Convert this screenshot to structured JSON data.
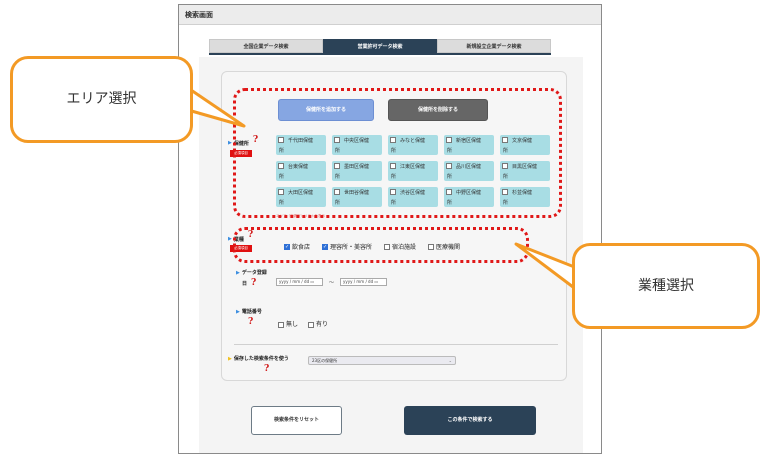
{
  "window": {
    "title": "検索画面"
  },
  "tabs": [
    {
      "label": "全国企業データ検索",
      "active": false
    },
    {
      "label": "営業許可データ検索",
      "active": true
    },
    {
      "label": "新規設立企業データ検索",
      "active": false
    }
  ],
  "area": {
    "add_button": "保健所を追加する",
    "delete_button": "保健所を削除する",
    "label": "保健所",
    "required_badge": "必須項目",
    "help_icon": "?",
    "health_centers": [
      {
        "line1": "千代田保健",
        "line2": "所",
        "checked": false
      },
      {
        "line1": "中央区保健",
        "line2": "所",
        "checked": false
      },
      {
        "line1": "みなと保健",
        "line2": "所",
        "checked": false
      },
      {
        "line1": "新宿区保健",
        "line2": "所",
        "checked": false
      },
      {
        "line1": "文京保健",
        "line2": "所",
        "checked": false
      },
      {
        "line1": "台東保健",
        "line2": "所",
        "checked": false
      },
      {
        "line1": "墨田区保健",
        "line2": "所",
        "checked": false
      },
      {
        "line1": "江東区保健",
        "line2": "所",
        "checked": false
      },
      {
        "line1": "品川区保健",
        "line2": "所",
        "checked": false
      },
      {
        "line1": "目黒区保健",
        "line2": "所",
        "checked": false
      },
      {
        "line1": "大田区保健",
        "line2": "所",
        "checked": false
      },
      {
        "line1": "世田谷保健",
        "line2": "所",
        "checked": false
      },
      {
        "line1": "渋谷区保健",
        "line2": "所",
        "checked": false
      },
      {
        "line1": "中野区保健",
        "line2": "所",
        "checked": false
      },
      {
        "line1": "杉並保健",
        "line2": "所",
        "checked": false
      }
    ],
    "list_link": "エリア（保健所）リストを表示"
  },
  "industry": {
    "label": "業種",
    "required_badge": "必須項目",
    "help_icon": "?",
    "options": [
      {
        "label": "飲食店",
        "checked": true
      },
      {
        "label": "理容所・美容所",
        "checked": true
      },
      {
        "label": "宿泊施設",
        "checked": false
      },
      {
        "label": "医療機関",
        "checked": false
      }
    ]
  },
  "registration_date": {
    "label_line1": "データ登録",
    "label_line2": "日",
    "help_icon": "?",
    "from_placeholder": "yyyy / mm / dd",
    "to_placeholder": "yyyy / mm / dd",
    "separator": "〜",
    "calendar_icon": "📅"
  },
  "phone": {
    "label": "電話番号",
    "help_icon": "?",
    "options": [
      {
        "label": "無し",
        "checked": false
      },
      {
        "label": "有り",
        "checked": false
      }
    ]
  },
  "saved_conditions": {
    "label": "保存した検索条件を使う",
    "help_icon": "?",
    "selected": "23区の保健所",
    "arrow": "⌄"
  },
  "actions": {
    "reset": "検索条件をリセット",
    "search": "この条件で検索する"
  },
  "callouts": {
    "area": "エリア選択",
    "industry": "業種選択"
  },
  "colors": {
    "primary": "#2b4257",
    "add_button": "#86a6e2",
    "delete_button": "#666666",
    "cell": "#a8dde4",
    "highlight": "#e01818",
    "callout": "#f39a25"
  }
}
